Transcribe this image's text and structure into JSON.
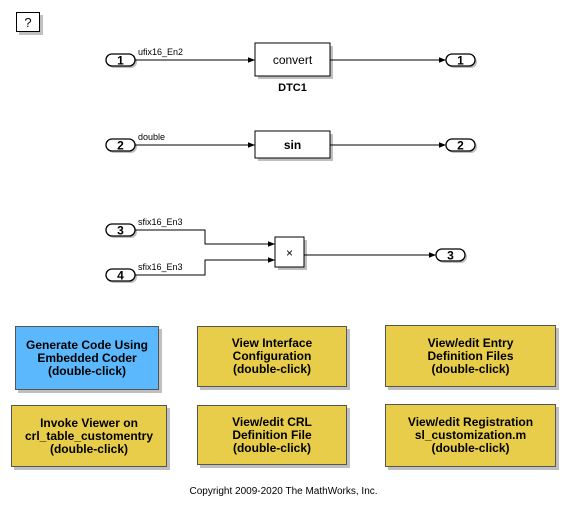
{
  "help_button": {
    "label": "?"
  },
  "rows": [
    {
      "inport": "1",
      "signal_label": "ufix16_En2",
      "block_label": "convert",
      "block_name": "DTC1",
      "outport": "1"
    },
    {
      "inport": "2",
      "signal_label": "double",
      "block_label": "sin",
      "outport": "2"
    },
    {
      "inports": [
        "3",
        "4"
      ],
      "signal_labels": [
        "sfix16_En3",
        "sfix16_En3"
      ],
      "block_label": "×",
      "outport": "3"
    }
  ],
  "actions": [
    {
      "label": "Generate Code Using\nEmbedded Coder\n(double-click)",
      "color": "#5cb8fc"
    },
    {
      "label": "View Interface\nConfiguration\n(double-click)",
      "color": "#e8cd4a"
    },
    {
      "label": "View/edit Entry\nDefinition Files\n(double-click)",
      "color": "#e8cd4a"
    },
    {
      "label": "Invoke Viewer on\ncrl_table_customentry\n(double-click)",
      "color": "#e8cd4a"
    },
    {
      "label": "View/edit CRL\nDefinition File\n (double-click)",
      "color": "#e8cd4a"
    },
    {
      "label": "View/edit Registration\nsl_customization.m\n(double-click)",
      "color": "#e8cd4a"
    }
  ],
  "copyright": "Copyright 2009-2020 The MathWorks, Inc."
}
